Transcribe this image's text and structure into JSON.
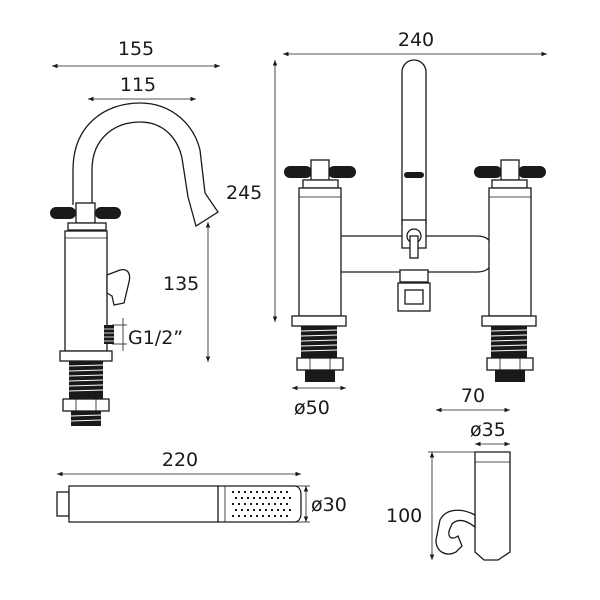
{
  "diagram": {
    "dimensions": {
      "side_width_total": "155",
      "side_width_spout": "115",
      "side_height": "135",
      "thread": "G1/2”",
      "front_width": "240",
      "front_height": "245",
      "base_diameter": "ø50",
      "handset_length": "220",
      "handset_diameter": "ø30",
      "bracket_width": "70",
      "bracket_diameter": "ø35",
      "bracket_height": "100"
    }
  }
}
